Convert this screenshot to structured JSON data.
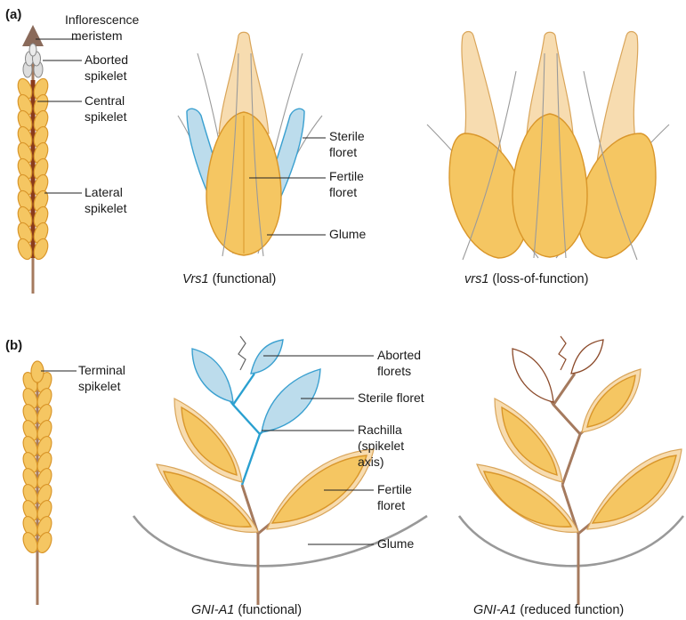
{
  "panel_a": {
    "letter": "(a)",
    "spike_labels": {
      "inflorescence_1": "Inflorescence",
      "inflorescence_2": "meristem",
      "aborted_1": "Aborted",
      "aborted_2": "spikelet",
      "central_1": "Central",
      "central_2": "spikelet",
      "lateral_1": "Lateral",
      "lateral_2": "spikelet"
    },
    "triplet_labels": {
      "sterile_1": "Sterile",
      "sterile_2": "floret",
      "fertile_1": "Fertile",
      "fertile_2": "floret",
      "glume": "Glume"
    },
    "caption_left": {
      "gene": "Vrs1",
      "state": " (functional)"
    },
    "caption_right": {
      "gene": "vrs1",
      "state": " (loss-of-function)"
    }
  },
  "panel_b": {
    "letter": "(b)",
    "spike_labels": {
      "terminal_1": "Terminal",
      "terminal_2": "spikelet"
    },
    "spikelet_labels": {
      "aborted_1": "Aborted",
      "aborted_2": "florets",
      "sterile": "Sterile floret",
      "rachilla_1": "Rachilla",
      "rachilla_2": "(spikelet",
      "rachilla_3": "axis)",
      "fertile_1": "Fertile",
      "fertile_2": "floret",
      "glume": "Glume"
    },
    "caption_left": {
      "gene": "GNI-A1",
      "state": " (functional)"
    },
    "caption_right": {
      "gene": "GNI-A1",
      "state": " (reduced function)"
    }
  },
  "colors": {
    "grain_fill": "#f5c662",
    "grain_outline": "#d9962a",
    "sterile_blue": "#bcdcec",
    "rachilla_blue": "#2aa0d0",
    "rachis_brown": "#a0522d",
    "stem": "#a57a5e",
    "glume_gray": "#999999"
  }
}
